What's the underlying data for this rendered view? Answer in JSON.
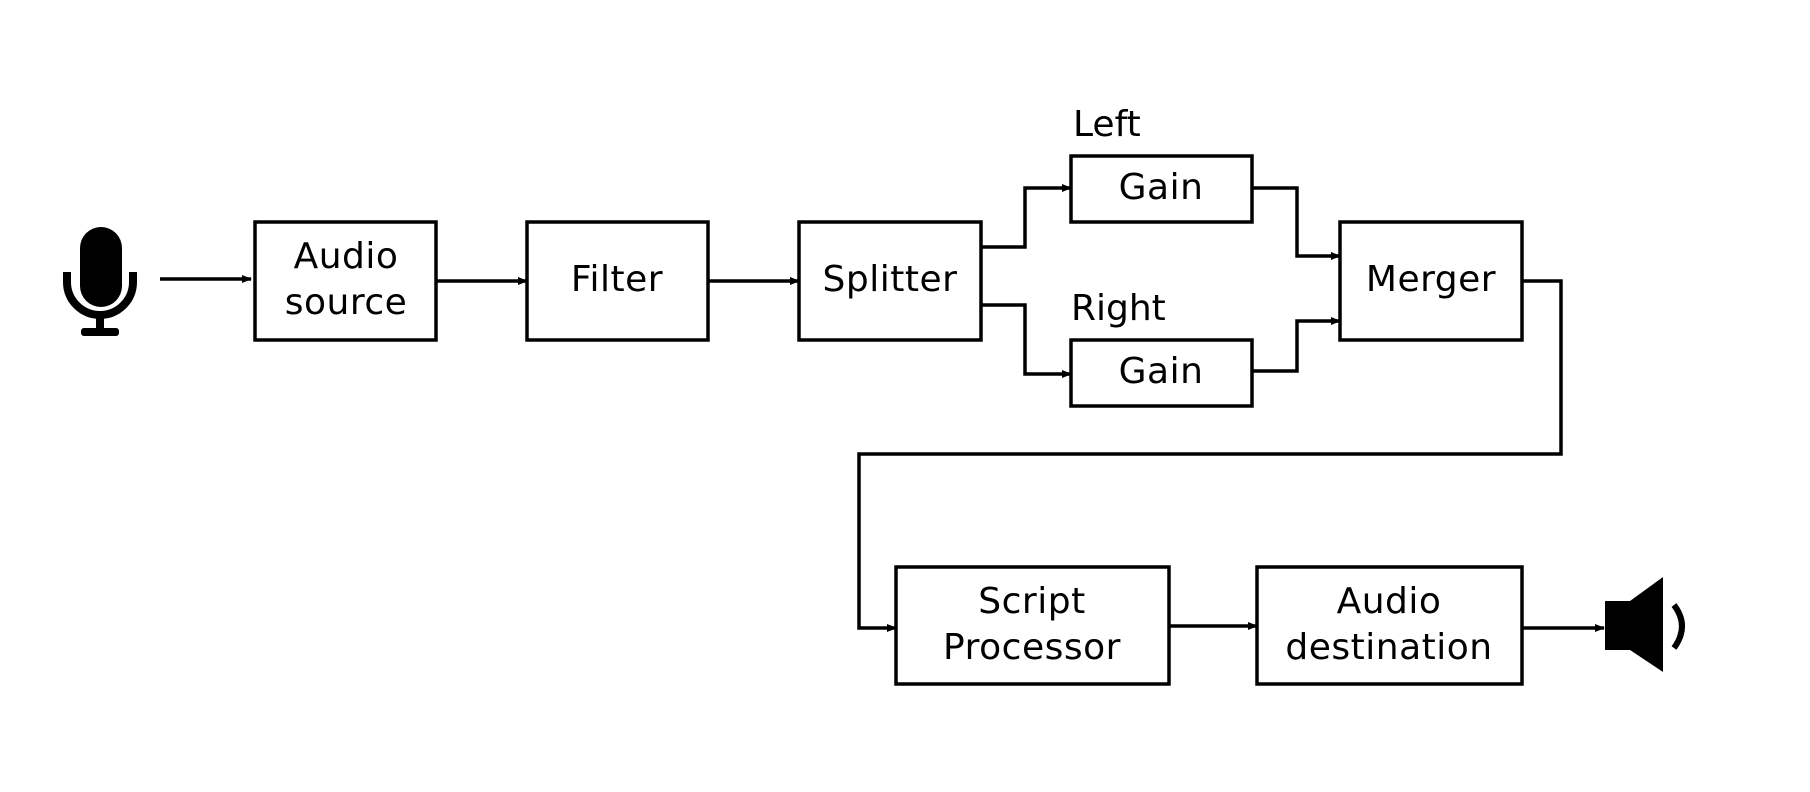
{
  "nodes": {
    "audio_source": {
      "line1": "Audio",
      "line2": "source"
    },
    "filter": {
      "label": "Filter"
    },
    "splitter": {
      "label": "Splitter"
    },
    "gain_left": {
      "label": "Gain",
      "channel": "Left"
    },
    "gain_right": {
      "label": "Gain",
      "channel": "Right"
    },
    "merger": {
      "label": "Merger"
    },
    "script_processor": {
      "line1": "Script",
      "line2": "Processor"
    },
    "audio_destination": {
      "line1": "Audio",
      "line2": "destination"
    }
  },
  "icons": {
    "input": "microphone-icon",
    "output": "speaker-icon"
  },
  "colors": {
    "stroke": "#000000",
    "fill": "#ffffff"
  }
}
